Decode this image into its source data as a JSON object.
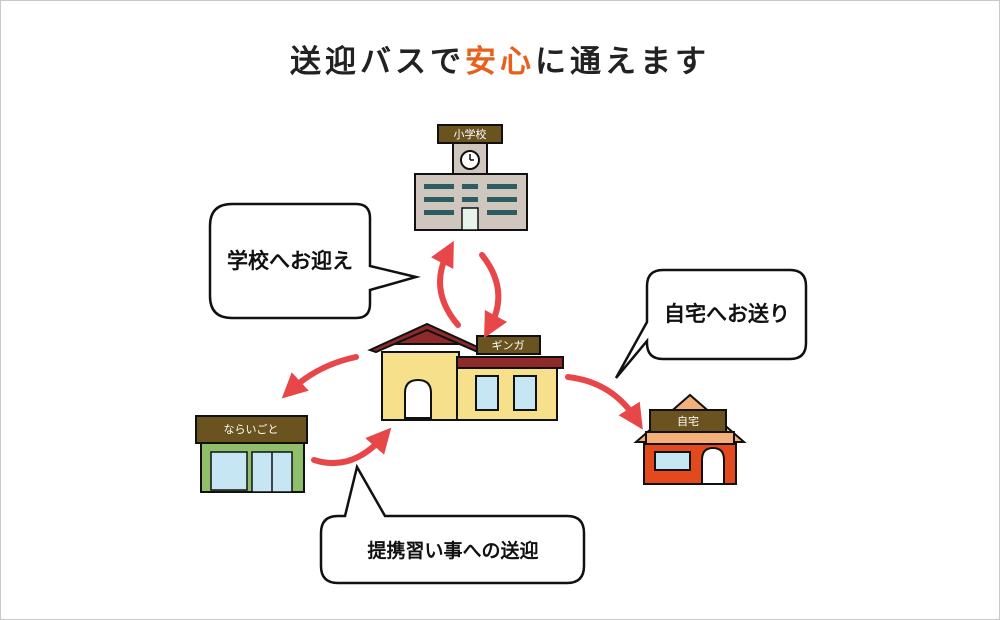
{
  "title": {
    "part1": "送迎バスで",
    "accent": "安心",
    "part2": "に通えます"
  },
  "nodes": {
    "school_sign": "小学校",
    "center_sign": "ギンガ",
    "home_sign": "自宅",
    "lesson_sign": "ならいごと"
  },
  "bubbles": {
    "to_school": "学校へお迎え",
    "to_home": "自宅へお送り",
    "to_lessons": "提携習い事への送迎"
  },
  "colors": {
    "arrow": "#e8474a",
    "accent": "#e8601c",
    "sign": "#6b5320"
  }
}
